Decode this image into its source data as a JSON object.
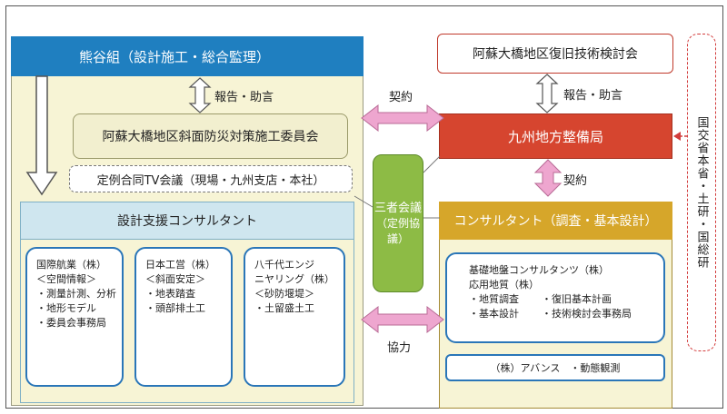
{
  "kumagai": "熊谷組（設計施工・総合監理）",
  "committee": "阿蘇大橋地区斜面防災対策施工委員会",
  "tv_conference": "定例合同TV会議（現場・九州支店・本社）",
  "support": {
    "title": "設計支援コンサルタント",
    "companies": [
      {
        "name": "国際航業（株）",
        "role": "＜空間情報＞",
        "items": [
          "・測量計測、分析",
          "・地形モデル",
          "・委員会事務局"
        ]
      },
      {
        "name": "日本工営（株）",
        "role": "＜斜面安定＞",
        "items": [
          "・地表踏査",
          "・頭部排土工"
        ]
      },
      {
        "name": "八千代エンジ",
        "name2": "ニヤリング（株）",
        "role": "＜砂防堰堤＞",
        "items": [
          "・土留盛土工"
        ]
      }
    ]
  },
  "reconstruction": "阿蘇大橋地区復旧技術検討会",
  "kyushu": "九州地方整備局",
  "consultant": {
    "title": "コンサルタント（調査・基本設計）",
    "line1": "基礎地盤コンサルタンツ（株）",
    "line2": "応用地質（株）",
    "row1a": "・地質調査",
    "row1b": "・復旧基本計画",
    "row2a": "・基本設計",
    "row2b": "・技術検討会事務局",
    "advance": "（株）アバンス　・動態観測"
  },
  "sansha": {
    "line1": "三者会議",
    "line2": "（定例協議）"
  },
  "mlit": "国交省本省・土研・国総研",
  "labels": {
    "report_left": "報告・助言",
    "report_right": "報告・助言",
    "contract_top": "契約",
    "contract_right": "契約",
    "cooperation": "協力"
  },
  "colors": {
    "kumagai_blue": "#1f7fc0",
    "kyushu_red": "#d6452f",
    "consult_gold": "#d6a62a",
    "sansha_green": "#8dbb45",
    "arrow_pink": "#eea6cf"
  }
}
